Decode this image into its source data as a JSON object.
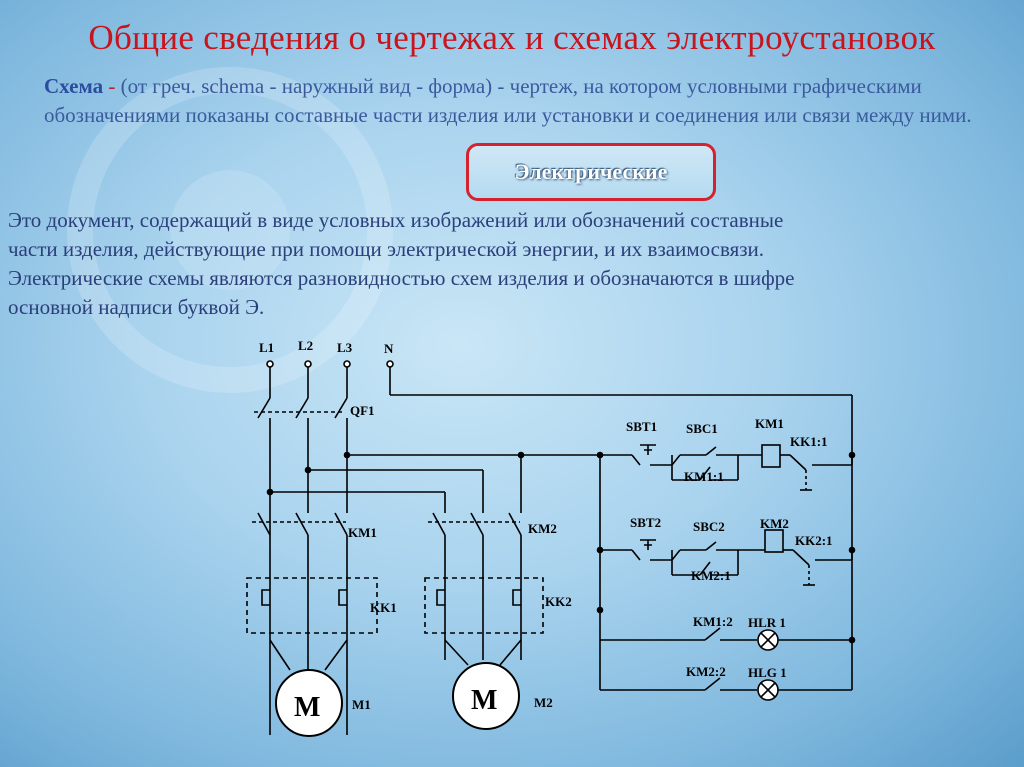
{
  "slide": {
    "title": "Общие сведения о чертежах и схемах электроустановок",
    "definition": {
      "term": "Схема",
      "dash": "-",
      "text": "(от греч. schema - наружный вид - форма) -  чертеж, на котором условными графическими обозначениями показаны составные части изделия или установки и соединения или связи между ними."
    },
    "category": "Электрические",
    "body_lines": [
      "Это документ, содержащий в виде условных изображений или обозначений составные",
      "части изделия, действующие при помощи электрической энергии, и их взаимосвязи.",
      "Электрические схемы являются разновидностью схем изделия и обозначаются в шифре",
      "основной надписи буквой Э."
    ]
  },
  "diagram": {
    "labels": {
      "L1": "L1",
      "L2": "L2",
      "L3": "L3",
      "N": "N",
      "QF1": "QF1",
      "KM1": "KM1",
      "KM2": "KM2",
      "KK1": "KK1",
      "KK2": "KK2",
      "motor1": "M",
      "motor2": "M",
      "M1": "M1",
      "M2": "M2",
      "SBT1": "SBT1",
      "SBC1": "SBC1",
      "KM1_coil": "KM1",
      "KK1_1": "KK1:1",
      "KM1_1": "KM1:1",
      "SBT2": "SBT2",
      "SBC2": "SBC2",
      "KM2_coil": "KM2",
      "KK2_1": "KK2:1",
      "KM2_1": "KM2:1",
      "KM1_2": "KM1:2",
      "HLR1": "HLR 1",
      "KM2_2": "KM2:2",
      "HLG1": "HLG 1"
    }
  },
  "colors": {
    "title": "#c8141c",
    "definition": "#3a5a9e",
    "body": "#2b3f7a",
    "box_border": "#d4232f"
  }
}
